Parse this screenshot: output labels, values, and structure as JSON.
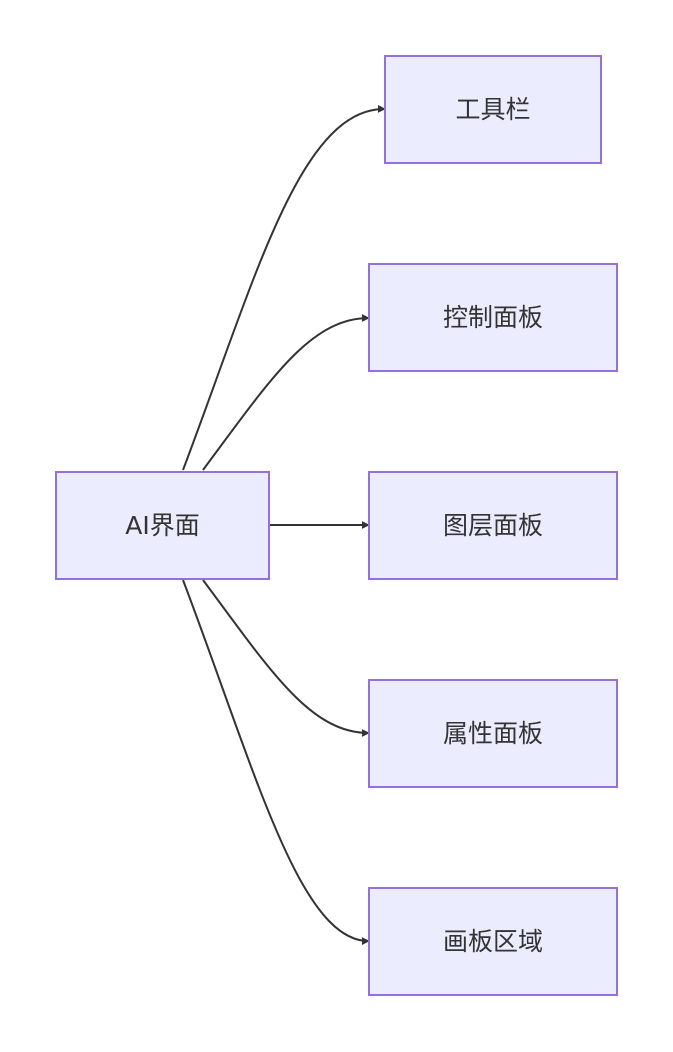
{
  "diagram": {
    "type": "flowchart",
    "direction": "left-to-right",
    "root": {
      "id": "root",
      "label": "AI界面"
    },
    "children": [
      {
        "id": "toolbar",
        "label": "工具栏"
      },
      {
        "id": "control-panel",
        "label": "控制面板"
      },
      {
        "id": "layers-panel",
        "label": "图层面板"
      },
      {
        "id": "properties-panel",
        "label": "属性面板"
      },
      {
        "id": "artboard-area",
        "label": "画板区域"
      }
    ],
    "edges": [
      {
        "from": "root",
        "to": "toolbar"
      },
      {
        "from": "root",
        "to": "control-panel"
      },
      {
        "from": "root",
        "to": "layers-panel"
      },
      {
        "from": "root",
        "to": "properties-panel"
      },
      {
        "from": "root",
        "to": "artboard-area"
      }
    ],
    "colors": {
      "node_fill": "#ECECFF",
      "node_stroke": "#9370DB",
      "edge": "#333333",
      "text": "#333333"
    }
  }
}
